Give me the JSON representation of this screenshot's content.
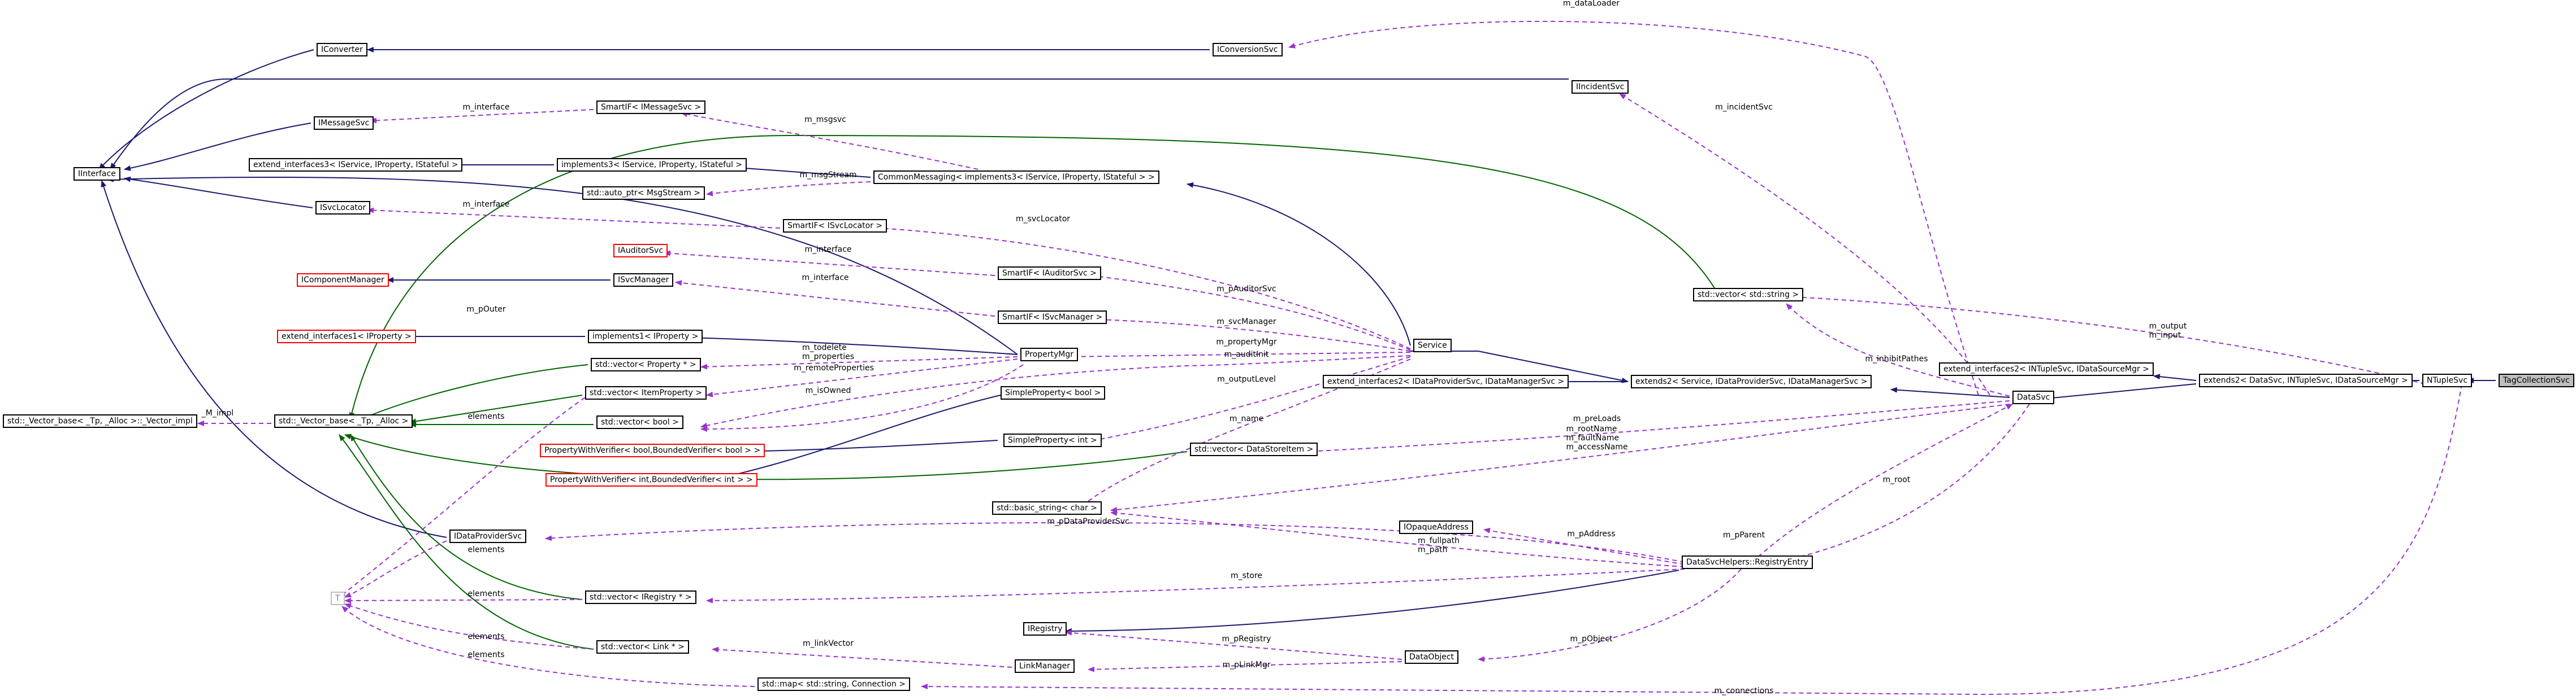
{
  "colors": {
    "inheritance": "#191970",
    "template": "#006400",
    "usage": "#9a32cd",
    "border": "#000000",
    "undocumented": "#ff0000",
    "external": "#bfbfbf",
    "current_fill": "#bfbfbf"
  },
  "nodes": [
    {
      "id": "iinterface",
      "label": "IInterface",
      "kind": "doc"
    },
    {
      "id": "iconverter",
      "label": "IConverter",
      "kind": "doc"
    },
    {
      "id": "iconversionsvc",
      "label": "IConversionSvc",
      "kind": "doc"
    },
    {
      "id": "iincidentsvc",
      "label": "IIncidentSvc",
      "kind": "doc"
    },
    {
      "id": "imessagesvc",
      "label": "IMessageSvc",
      "kind": "doc"
    },
    {
      "id": "smartif_msg",
      "label": "SmartIF< IMessageSvc >",
      "kind": "doc"
    },
    {
      "id": "extend_iface3",
      "label": "extend_interfaces3< IService, IProperty, IStateful >",
      "kind": "doc"
    },
    {
      "id": "implements3",
      "label": "implements3< IService, IProperty, IStateful >",
      "kind": "doc"
    },
    {
      "id": "commonmsg",
      "label": "CommonMessaging< implements3< IService, IProperty, IStateful > >",
      "kind": "doc"
    },
    {
      "id": "autoptr",
      "label": "std::auto_ptr< MsgStream >",
      "kind": "doc"
    },
    {
      "id": "isvclocator",
      "label": "ISvcLocator",
      "kind": "doc"
    },
    {
      "id": "smartif_loc",
      "label": "SmartIF< ISvcLocator >",
      "kind": "doc"
    },
    {
      "id": "iauditorsvc",
      "label": "IAuditorSvc",
      "kind": "undoc"
    },
    {
      "id": "smartif_aud",
      "label": "SmartIF< IAuditorSvc >",
      "kind": "doc"
    },
    {
      "id": "icompmgr",
      "label": "IComponentManager",
      "kind": "undoc"
    },
    {
      "id": "isvcmanager",
      "label": "ISvcManager",
      "kind": "doc"
    },
    {
      "id": "smartif_mgr",
      "label": "SmartIF< ISvcManager >",
      "kind": "doc"
    },
    {
      "id": "extend_iface1",
      "label": "extend_interfaces1< IProperty >",
      "kind": "undoc"
    },
    {
      "id": "implements1",
      "label": "implements1< IProperty >",
      "kind": "doc"
    },
    {
      "id": "propertymgr",
      "label": "PropertyMgr",
      "kind": "doc"
    },
    {
      "id": "vec_propptr",
      "label": "std::vector< Property * >",
      "kind": "doc"
    },
    {
      "id": "vec_itemprop",
      "label": "std::vector< ItemProperty >",
      "kind": "doc"
    },
    {
      "id": "simpleprop_bool",
      "label": "SimpleProperty< bool >",
      "kind": "doc"
    },
    {
      "id": "vector_base_impl",
      "label": "std::_Vector_base< _Tp, _Alloc >::_Vector_impl",
      "kind": "doc"
    },
    {
      "id": "vector_base",
      "label": "std::_Vector_base< _Tp, _Alloc >",
      "kind": "doc"
    },
    {
      "id": "vec_bool",
      "label": "std::vector< bool >",
      "kind": "doc"
    },
    {
      "id": "pwv_bool",
      "label": "PropertyWithVerifier< bool,BoundedVerifier< bool > >",
      "kind": "undoc"
    },
    {
      "id": "pwv_int",
      "label": "PropertyWithVerifier< int,BoundedVerifier< int > >",
      "kind": "undoc"
    },
    {
      "id": "simpleprop_int",
      "label": "SimpleProperty< int >",
      "kind": "doc"
    },
    {
      "id": "service",
      "label": "Service",
      "kind": "doc"
    },
    {
      "id": "idataprovidersvc",
      "label": "IDataProviderSvc",
      "kind": "doc"
    },
    {
      "id": "qmark",
      "label": "T",
      "kind": "ext"
    },
    {
      "id": "vec_iregistry",
      "label": "std::vector< IRegistry * >",
      "kind": "doc"
    },
    {
      "id": "vec_link",
      "label": "std::vector< Link * >",
      "kind": "doc"
    },
    {
      "id": "map_conn",
      "label": "std::map< std::string, Connection >",
      "kind": "doc"
    },
    {
      "id": "basic_string",
      "label": "std::basic_string< char >",
      "kind": "doc"
    },
    {
      "id": "vec_dsitem",
      "label": "std::vector< DataStoreItem >",
      "kind": "doc"
    },
    {
      "id": "extend_iface2_dp",
      "label": "extend_interfaces2< IDataProviderSvc, IDataManagerSvc >",
      "kind": "doc"
    },
    {
      "id": "extends2_svc",
      "label": "extends2< Service, IDataProviderSvc, IDataManagerSvc >",
      "kind": "doc"
    },
    {
      "id": "vec_string",
      "label": "std::vector< std::string >",
      "kind": "doc"
    },
    {
      "id": "iregistry",
      "label": "IRegistry",
      "kind": "doc"
    },
    {
      "id": "linkmanager",
      "label": "LinkManager",
      "kind": "doc"
    },
    {
      "id": "dataobject",
      "label": "DataObject",
      "kind": "doc"
    },
    {
      "id": "iopaqueaddress",
      "label": "IOpaqueAddress",
      "kind": "doc"
    },
    {
      "id": "registryentry",
      "label": "DataSvcHelpers::RegistryEntry",
      "kind": "doc"
    },
    {
      "id": "datasvc",
      "label": "DataSvc",
      "kind": "doc"
    },
    {
      "id": "extend_iface2_nt",
      "label": "extend_interfaces2< INTupleSvc, IDataSourceMgr >",
      "kind": "doc"
    },
    {
      "id": "extends2_ds",
      "label": "extends2< DataSvc, INTupleSvc, IDataSourceMgr >",
      "kind": "doc"
    },
    {
      "id": "ntuplesvc",
      "label": "NTupleSvc",
      "kind": "doc"
    },
    {
      "id": "tagcollectionsvc",
      "label": "TagCollectionSvc",
      "kind": "current"
    }
  ],
  "edge_labels": [
    {
      "id": "l_dataloader",
      "text": "m_dataLoader"
    },
    {
      "id": "l_incidentsvc",
      "text": "m_incidentSvc"
    },
    {
      "id": "l_interface_msg",
      "text": "m_interface"
    },
    {
      "id": "l_msgsvc",
      "text": "m_msgsvc"
    },
    {
      "id": "l_msgstream",
      "text": "m_msgStream"
    },
    {
      "id": "l_interface_loc",
      "text": "m_interface"
    },
    {
      "id": "l_svclocator",
      "text": "m_svcLocator"
    },
    {
      "id": "l_interface_aud",
      "text": "m_interface"
    },
    {
      "id": "l_pauditorsvc",
      "text": "m_pAuditorSvc"
    },
    {
      "id": "l_interface_mgr",
      "text": "m_interface"
    },
    {
      "id": "l_svcmanager",
      "text": "m_svcManager"
    },
    {
      "id": "l_pouter",
      "text": "m_pOuter"
    },
    {
      "id": "l_propertymgr",
      "text": "m_propertyMgr"
    },
    {
      "id": "l_auditinit",
      "text": "m_auditInit"
    },
    {
      "id": "l_todelete",
      "text": "m_todelete\nm_properties"
    },
    {
      "id": "l_remoteprops",
      "text": "m_remoteProperties"
    },
    {
      "id": "l_isowned",
      "text": "m_isOwned"
    },
    {
      "id": "l_outputlevel",
      "text": "m_outputLevel"
    },
    {
      "id": "l_name",
      "text": "m_name"
    },
    {
      "id": "l_impl",
      "text": "_M_impl"
    },
    {
      "id": "l_elements1",
      "text": "elements"
    },
    {
      "id": "l_elements2",
      "text": "elements"
    },
    {
      "id": "l_elements3",
      "text": "elements"
    },
    {
      "id": "l_elements4",
      "text": "elements"
    },
    {
      "id": "l_elements5",
      "text": "elements"
    },
    {
      "id": "l_preloads",
      "text": "m_preLoads"
    },
    {
      "id": "l_rootname",
      "text": "m_rootName\nm_faultName\nm_accessName"
    },
    {
      "id": "l_inhibitpathes",
      "text": "m_inhibitPathes"
    },
    {
      "id": "l_output",
      "text": "m_output\nm_input"
    },
    {
      "id": "l_pdataprovidersvc",
      "text": "m_pDataProviderSvc"
    },
    {
      "id": "l_root",
      "text": "m_root"
    },
    {
      "id": "l_ppaddress",
      "text": "m_pAddress"
    },
    {
      "id": "l_pparent",
      "text": "m_pParent"
    },
    {
      "id": "l_fullpath",
      "text": "m_fullpath\nm_path"
    },
    {
      "id": "l_store",
      "text": "m_store"
    },
    {
      "id": "l_linkvector",
      "text": "m_linkVector"
    },
    {
      "id": "l_pregistry",
      "text": "m_pRegistry"
    },
    {
      "id": "l_plinkmgr",
      "text": "m_pLinkMgr"
    },
    {
      "id": "l_pobject",
      "text": "m_pObject"
    },
    {
      "id": "l_connections",
      "text": "m_connections"
    }
  ]
}
